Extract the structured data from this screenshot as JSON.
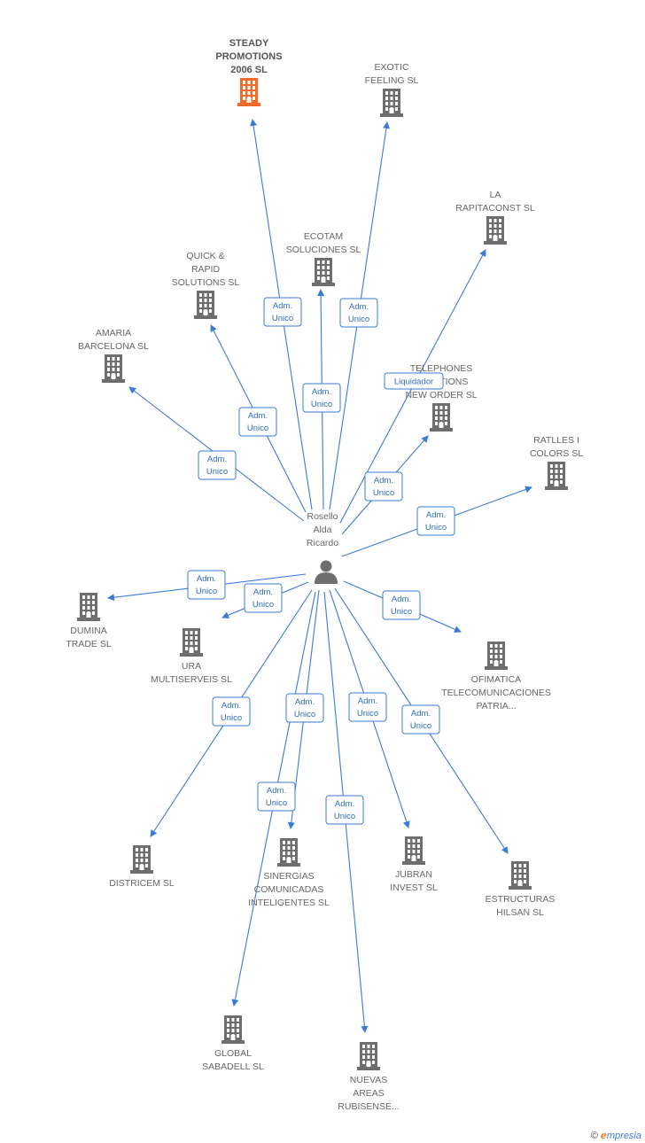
{
  "center": {
    "name_lines": [
      "Rosello",
      "Alda",
      "Ricardo"
    ],
    "icon": "person-icon"
  },
  "companies": [
    {
      "id": "steady",
      "lines": [
        "STEADY",
        "PROMOTIONS",
        "2006 SL"
      ],
      "highlight": true,
      "icon": "building-icon"
    },
    {
      "id": "exotic",
      "lines": [
        "EXOTIC",
        "FEELING SL"
      ],
      "icon": "building-icon"
    },
    {
      "id": "rapitaconst",
      "lines": [
        "LA",
        "RAPITACONST SL"
      ],
      "icon": "building-icon"
    },
    {
      "id": "ecotam",
      "lines": [
        "ECOTAM",
        "SOLUCIONES SL"
      ],
      "icon": "building-icon"
    },
    {
      "id": "quick",
      "lines": [
        "QUICK &",
        "RAPID",
        "SOLUTIONS SL"
      ],
      "icon": "building-icon"
    },
    {
      "id": "amaria",
      "lines": [
        "AMARIA",
        "BARCELONA SL"
      ],
      "icon": "building-icon"
    },
    {
      "id": "telephones",
      "lines": [
        "TELEPHONES",
        "SOLUTIONS",
        "NEW ORDER SL"
      ],
      "icon": "building-icon"
    },
    {
      "id": "ratlles",
      "lines": [
        "RATLLES I",
        "COLORS SL"
      ],
      "icon": "building-icon"
    },
    {
      "id": "dumina",
      "lines": [
        "DUMINA",
        "TRADE SL"
      ],
      "icon": "building-icon"
    },
    {
      "id": "ura",
      "lines": [
        "URA",
        "MULTISERVEIS SL"
      ],
      "icon": "building-icon"
    },
    {
      "id": "ofimatica",
      "lines": [
        "OFIMATICA",
        "TELECOMUNICACIONES",
        "PATRIA..."
      ],
      "icon": "building-icon"
    },
    {
      "id": "districem",
      "lines": [
        "DISTRICEM SL"
      ],
      "icon": "building-icon"
    },
    {
      "id": "sinergias",
      "lines": [
        "SINERGIAS",
        "COMUNICADAS",
        "INTELIGENTES SL"
      ],
      "icon": "building-icon"
    },
    {
      "id": "jubran",
      "lines": [
        "JUBRAN",
        "INVEST SL"
      ],
      "icon": "building-icon"
    },
    {
      "id": "estructuras",
      "lines": [
        "ESTRUCTURAS",
        "HILSAN  SL"
      ],
      "icon": "building-icon"
    },
    {
      "id": "global",
      "lines": [
        "GLOBAL",
        "SABADELL SL"
      ],
      "icon": "building-icon"
    },
    {
      "id": "nuevas",
      "lines": [
        "NUEVAS",
        "AREAS",
        "RUBISENSE..."
      ],
      "icon": "building-icon"
    }
  ],
  "edges": [
    {
      "target": "steady",
      "role_lines": [
        "Adm.",
        "Unico"
      ]
    },
    {
      "target": "exotic",
      "role_lines": [
        "Adm.",
        "Unico"
      ]
    },
    {
      "target": "rapitaconst",
      "role_lines": [
        "Liquidador"
      ]
    },
    {
      "target": "ecotam",
      "role_lines": [
        "Adm.",
        "Unico"
      ]
    },
    {
      "target": "quick",
      "role_lines": [
        "Adm.",
        "Unico"
      ]
    },
    {
      "target": "amaria",
      "role_lines": [
        "Adm.",
        "Unico"
      ]
    },
    {
      "target": "telephones",
      "role_lines": [
        "Adm.",
        "Unico"
      ]
    },
    {
      "target": "ratlles",
      "role_lines": [
        "Adm.",
        "Unico"
      ]
    },
    {
      "target": "dumina",
      "role_lines": [
        "Adm.",
        "Unico"
      ]
    },
    {
      "target": "ura",
      "role_lines": [
        "Adm.",
        "Unico"
      ]
    },
    {
      "target": "ofimatica",
      "role_lines": [
        "Adm.",
        "Unico"
      ]
    },
    {
      "target": "districem",
      "role_lines": [
        "Adm.",
        "Unico"
      ]
    },
    {
      "target": "sinergias",
      "role_lines": [
        "Adm.",
        "Unico"
      ]
    },
    {
      "target": "jubran",
      "role_lines": [
        "Adm.",
        "Unico"
      ]
    },
    {
      "target": "estructuras",
      "role_lines": [
        "Adm.",
        "Unico"
      ]
    },
    {
      "target": "global",
      "role_lines": [
        "Adm.",
        "Unico"
      ]
    },
    {
      "target": "nuevas",
      "role_lines": [
        "Adm.",
        "Unico"
      ]
    }
  ],
  "colors": {
    "edge": "#3a7bd5",
    "building": "#6e6e6e",
    "building_highlight": "#f26b2a",
    "person": "#6e6e6e"
  },
  "footer": {
    "copyright": "©",
    "brand_initial": "e",
    "brand_rest": "mpresia"
  }
}
